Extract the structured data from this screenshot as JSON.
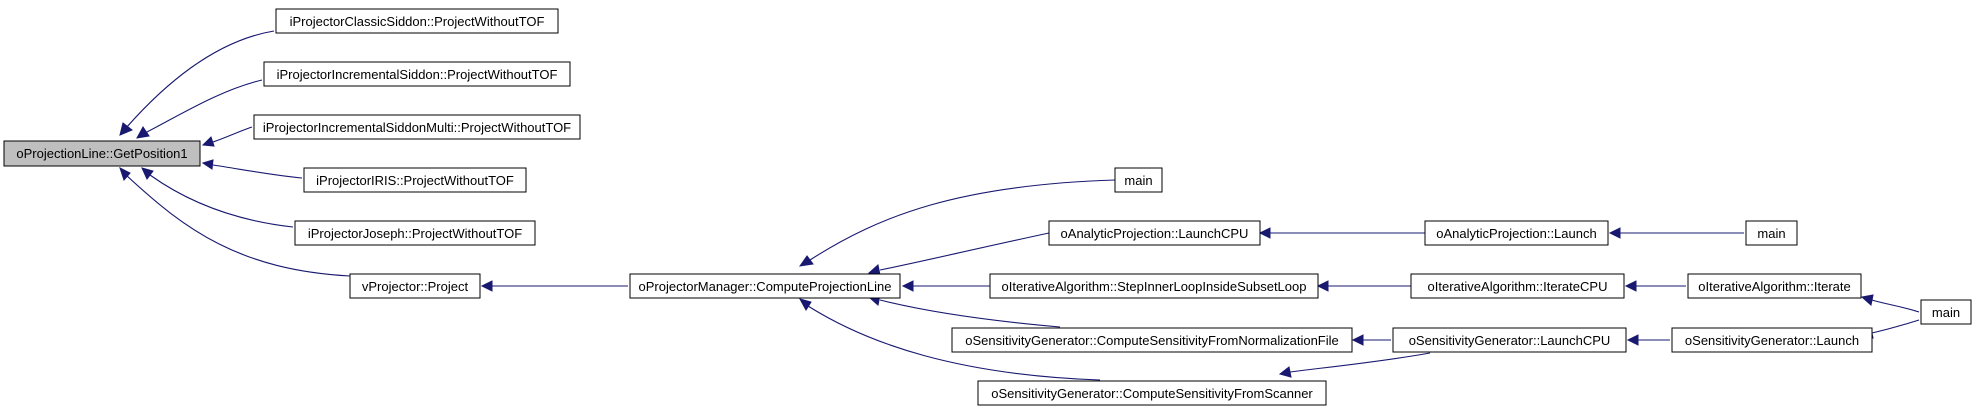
{
  "graph": {
    "colors": {
      "edge": "#191970",
      "node_border": "#000000",
      "node_fill": "#ffffff",
      "root_fill": "#bfbfbf"
    },
    "nodes": {
      "get_position1": "oProjectionLine::GetPosition1",
      "classic_siddon": "iProjectorClassicSiddon::ProjectWithoutTOF",
      "incremental_siddon": "iProjectorIncrementalSiddon::ProjectWithoutTOF",
      "incremental_siddon_multi": "iProjectorIncrementalSiddonMulti::ProjectWithoutTOF",
      "iris": "iProjectorIRIS::ProjectWithoutTOF",
      "joseph": "iProjectorJoseph::ProjectWithoutTOF",
      "vprojector_project": "vProjector::Project",
      "compute_projection_line": "oProjectorManager::ComputeProjectionLine",
      "main_1": "main",
      "launch_cpu_analytic": "oAnalyticProjection::LaunchCPU",
      "analytic_launch": "oAnalyticProjection::Launch",
      "main_2": "main",
      "step_inner_loop": "oIterativeAlgorithm::StepInnerLoopInsideSubsetLoop",
      "iterate_cpu": "oIterativeAlgorithm::IterateCPU",
      "iterate": "oIterativeAlgorithm::Iterate",
      "main_3": "main",
      "sens_normalization": "oSensitivityGenerator::ComputeSensitivityFromNormalizationFile",
      "sens_launch_cpu": "oSensitivityGenerator::LaunchCPU",
      "sens_launch": "oSensitivityGenerator::Launch",
      "sens_scanner": "oSensitivityGenerator::ComputeSensitivityFromScanner"
    }
  }
}
